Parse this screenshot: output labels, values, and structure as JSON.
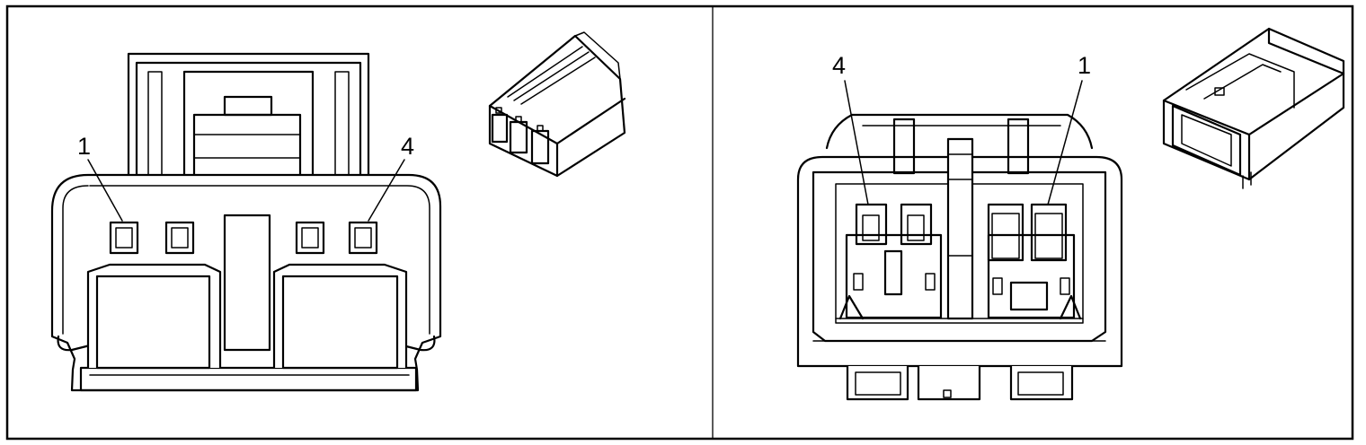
{
  "panels": [
    {
      "id": "left",
      "callouts": [
        "1",
        "4"
      ],
      "icon": "connector-perspective-icon"
    },
    {
      "id": "right",
      "callouts": [
        "4",
        "1"
      ],
      "icon": "connector-perspective-icon"
    }
  ]
}
